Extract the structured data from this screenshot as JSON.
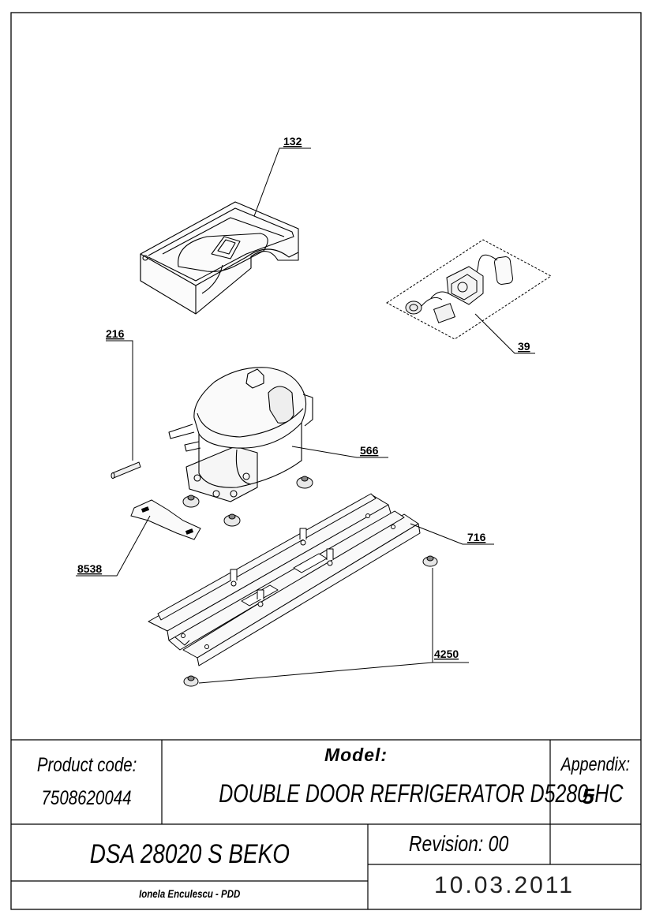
{
  "callouts": [
    {
      "id": "132",
      "label": "132"
    },
    {
      "id": "39",
      "label": "39"
    },
    {
      "id": "216",
      "label": "216"
    },
    {
      "id": "566",
      "label": "566"
    },
    {
      "id": "716",
      "label": "716"
    },
    {
      "id": "8538",
      "label": "8538"
    },
    {
      "id": "4250",
      "label": "4250"
    }
  ],
  "title_block": {
    "product_code_label": "Product code:",
    "product_code_value": "7508620044",
    "model_label": "Model:",
    "model_value": "DOUBLE DOOR REFRIGERATOR D5280-HC",
    "appendix_label": "Appendix:",
    "appendix_value": "5",
    "document_name": "DSA 28020 S BEKO",
    "revision": "Revision: 00",
    "author": "Ionela Enculescu - PDD",
    "date": "10.03.2011"
  }
}
